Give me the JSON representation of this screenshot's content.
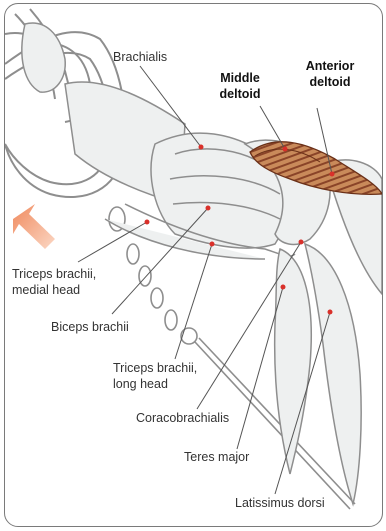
{
  "labels": {
    "brachialis": "Brachialis",
    "middle_deltoid": "Middle\ndeltoid",
    "anterior_deltoid": "Anterior\ndeltoid",
    "triceps_medial": "Triceps brachii,\nmedial head",
    "biceps": "Biceps brachii",
    "triceps_long": "Triceps brachii,\nlong head",
    "coracobrachialis": "Coracobrachialis",
    "teres_major": "Teres major",
    "latissimus": "Latissimus dorsi"
  },
  "colors": {
    "deltoid_fill": "#c98a5a",
    "deltoid_stripe": "#7a3a22",
    "marker": "#d9302a",
    "arrow": "#ee7744",
    "leader": "#555555",
    "outline": "#8e8e8e",
    "muscle_fill": "#eef0f0"
  }
}
